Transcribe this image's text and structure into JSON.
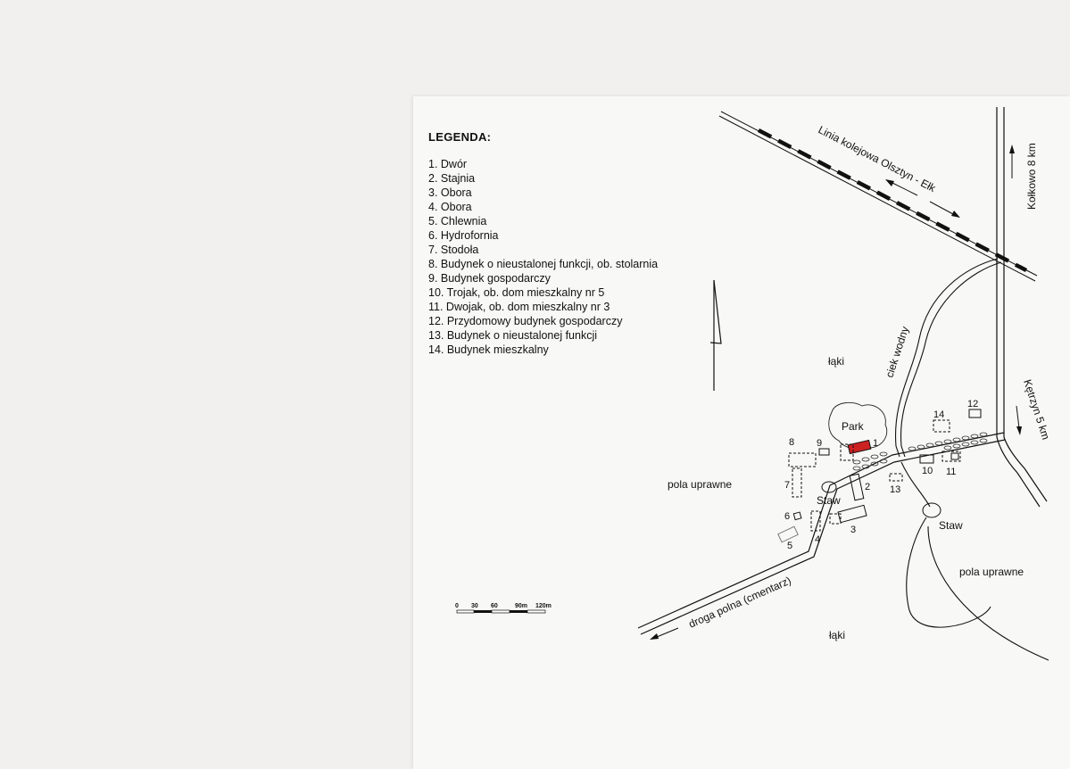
{
  "legend": {
    "title": "LEGENDA:",
    "items": [
      "1. Dwór",
      "2. Stajnia",
      "3. Obora",
      "4. Obora",
      "5. Chlewnia",
      "6. Hydrofornia",
      "7. Stodoła",
      "8. Budynek o nieustalonej funkcji, ob. stolarnia",
      "9. Budynek gospodarczy",
      "10. Trojak, ob. dom mieszkalny nr 5",
      "11. Dwojak, ob. dom mieszkalny nr 3",
      "12. Przydomowy budynek gospodarczy",
      "13. Budynek o nieustalonej funkcji",
      "14. Budynek mieszkalny"
    ]
  },
  "map": {
    "railway": "Linia kolejowa Olsztyn - Ełk",
    "road_north": "Kołkowo 8 km",
    "road_east": "Kętrzyn 5 km",
    "stream": "ciek wodny",
    "field_road": "droga polna (cmentarz)",
    "park": "Park",
    "pond": "Staw",
    "pond_east": "Staw",
    "meadows_north": "łąki",
    "meadows_south": "łąki",
    "fields_west": "pola uprawne",
    "fields_east": "pola uprawne",
    "highlight_color": "#cc2222",
    "buildings": [
      "1",
      "2",
      "3",
      "4",
      "5",
      "6",
      "7",
      "8",
      "9",
      "10",
      "11",
      "12",
      "13",
      "14"
    ]
  },
  "scale": {
    "ticks": [
      "0",
      "30",
      "60",
      "90m",
      "120m"
    ]
  },
  "icons": {
    "north_arrow": "north-arrow-icon"
  }
}
